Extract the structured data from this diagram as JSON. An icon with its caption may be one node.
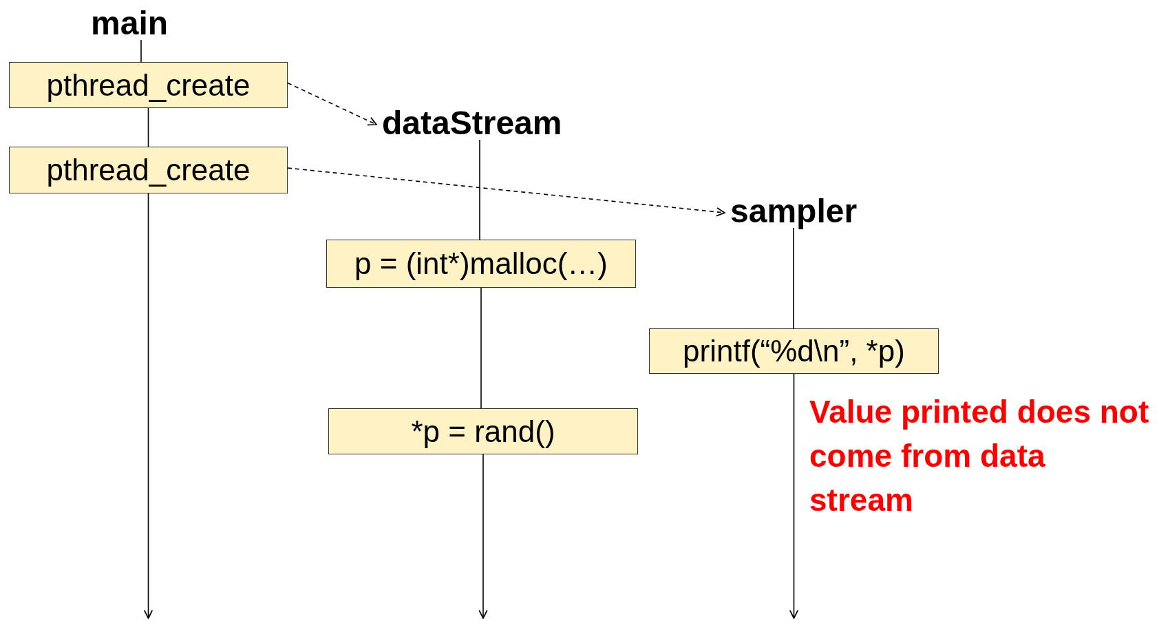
{
  "diagram": {
    "nodes": [
      {
        "text": [
          "main"
        ]
      },
      {
        "text": [
          "pthread_create"
        ]
      },
      {
        "text": [
          "pthread_create"
        ]
      },
      {
        "text": [
          "dataStream"
        ]
      },
      {
        "text": [
          "sampler"
        ]
      },
      {
        "text": [
          "p = (int*)malloc(…)"
        ]
      },
      {
        "text": [
          "*p = rand()"
        ]
      },
      {
        "text": [
          "printf(“%d\\n”, *p)"
        ]
      }
    ],
    "edges": [
      {
        "from": 0,
        "to": 1,
        "arrow": "none"
      },
      {
        "from": 1,
        "to": 2,
        "arrow": "none"
      },
      {
        "from": 2,
        "to": null,
        "arrow": "to"
      },
      {
        "from": 1,
        "to": 3,
        "arrow": "to",
        "style": "dashed"
      },
      {
        "from": 2,
        "to": 4,
        "arrow": "to",
        "style": "dashed"
      },
      {
        "from": 3,
        "to": 5,
        "arrow": "none"
      },
      {
        "from": 5,
        "to": 6,
        "arrow": "none"
      },
      {
        "from": 6,
        "to": null,
        "arrow": "to"
      },
      {
        "from": 4,
        "to": 7,
        "arrow": "none"
      },
      {
        "from": 7,
        "to": null,
        "arrow": "to"
      }
    ],
    "labels": [
      "Value printed does not come from data stream"
    ]
  }
}
